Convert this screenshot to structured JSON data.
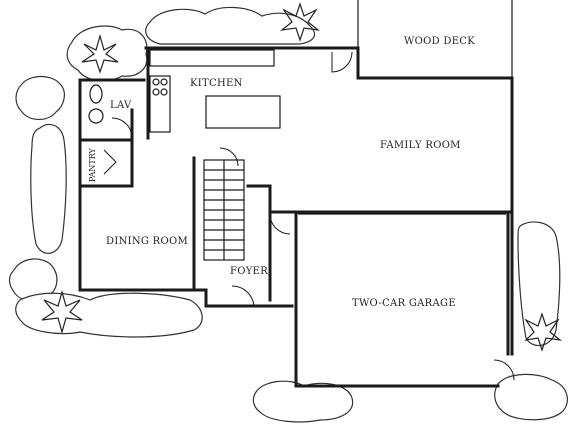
{
  "rooms": {
    "wood_deck": "WOOD DECK",
    "kitchen": "KITCHEN",
    "lav": "LAV",
    "pantry": "PANTRY",
    "family_room": "FAMILY ROOM",
    "dining_room": "DINING ROOM",
    "foyer": "FOYER",
    "garage": "TWO-CAR GARAGE"
  }
}
